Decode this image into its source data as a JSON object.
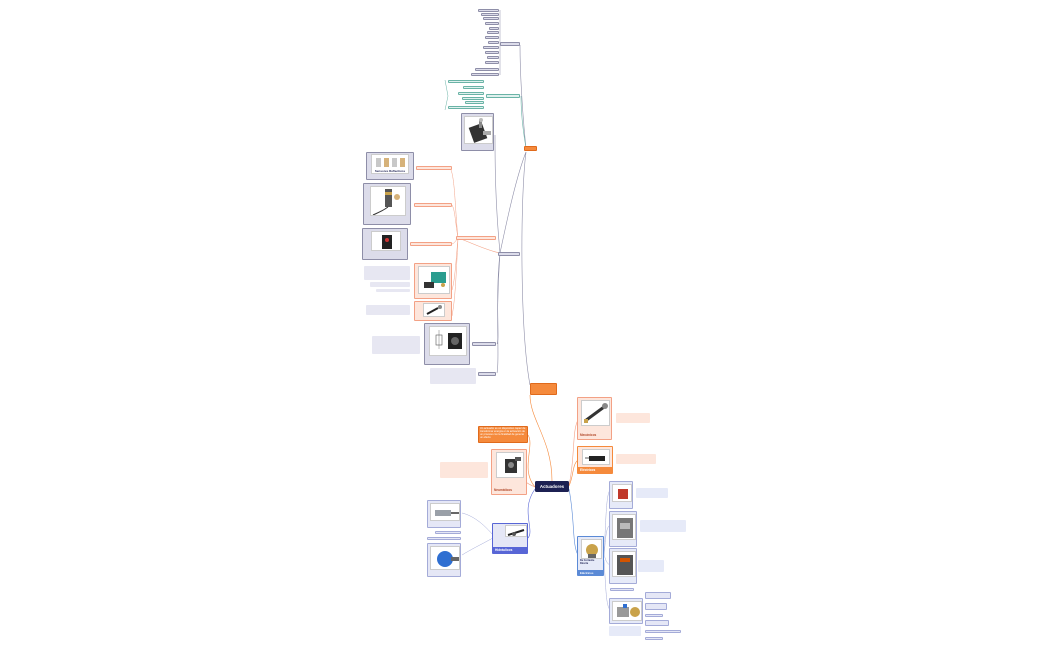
{
  "root": {
    "label": "Actuadores"
  },
  "colors": {
    "root": "#1c2052",
    "orange": "#f58a3c",
    "peach": "#fde6dc",
    "gray": "#dcdcea",
    "teal": "#dff1ee",
    "blue": "#5866d6",
    "lavender": "#e5e7f6"
  },
  "top_cluster": {
    "sensores_label": "",
    "small_orange": "",
    "column_a": [
      "",
      "",
      "",
      "",
      "",
      "",
      "",
      "",
      "",
      "",
      "",
      "",
      "",
      "",
      ""
    ],
    "teal_items": [
      "",
      "",
      "",
      "",
      "",
      ""
    ],
    "teal_hub": "",
    "photo_caption": ""
  },
  "sensor_branch": {
    "hub": "",
    "photo1_title": "Sensores Reflectivos",
    "photo1_notes": "",
    "photo2_notes": "",
    "photo3_notes": "",
    "peach_items": [
      "",
      "",
      ""
    ],
    "peach_hub": "",
    "green_sensor_caption": "",
    "green_sensor_notes": [
      "",
      "",
      ""
    ],
    "small_sensor_caption": "",
    "small_sensor_notes": "",
    "joystick_notes": "",
    "joystick_caption": "",
    "joystick_hub": "",
    "bottom_notes": "",
    "bottom_hub": ""
  },
  "mid_orange": {
    "label": ""
  },
  "left_orange": {
    "label": "Un actuador es un dispositivo capaz de transformar energía en la activación de un proceso con la finalidad de generar un efecto"
  },
  "neumaticos_card": {
    "label": "Neumáticos",
    "caption": "",
    "notes": ""
  },
  "hidraulicos_card": {
    "label": "Hidráulicos",
    "notes": "",
    "items": [
      "",
      "",
      "",
      ""
    ]
  },
  "right_card_1": {
    "label": "Mecánicos",
    "caption": "",
    "notes": ""
  },
  "right_card_2": {
    "label": "Eléctricos",
    "notes": ""
  },
  "blue_card": {
    "label": "De Corriente Directa",
    "sub": "Eléctricos",
    "items": [
      "",
      "",
      "",
      "",
      "",
      ""
    ],
    "notes": [
      "",
      "",
      ""
    ],
    "bottom_items": [
      "",
      "",
      "",
      "",
      "",
      "",
      ""
    ]
  }
}
